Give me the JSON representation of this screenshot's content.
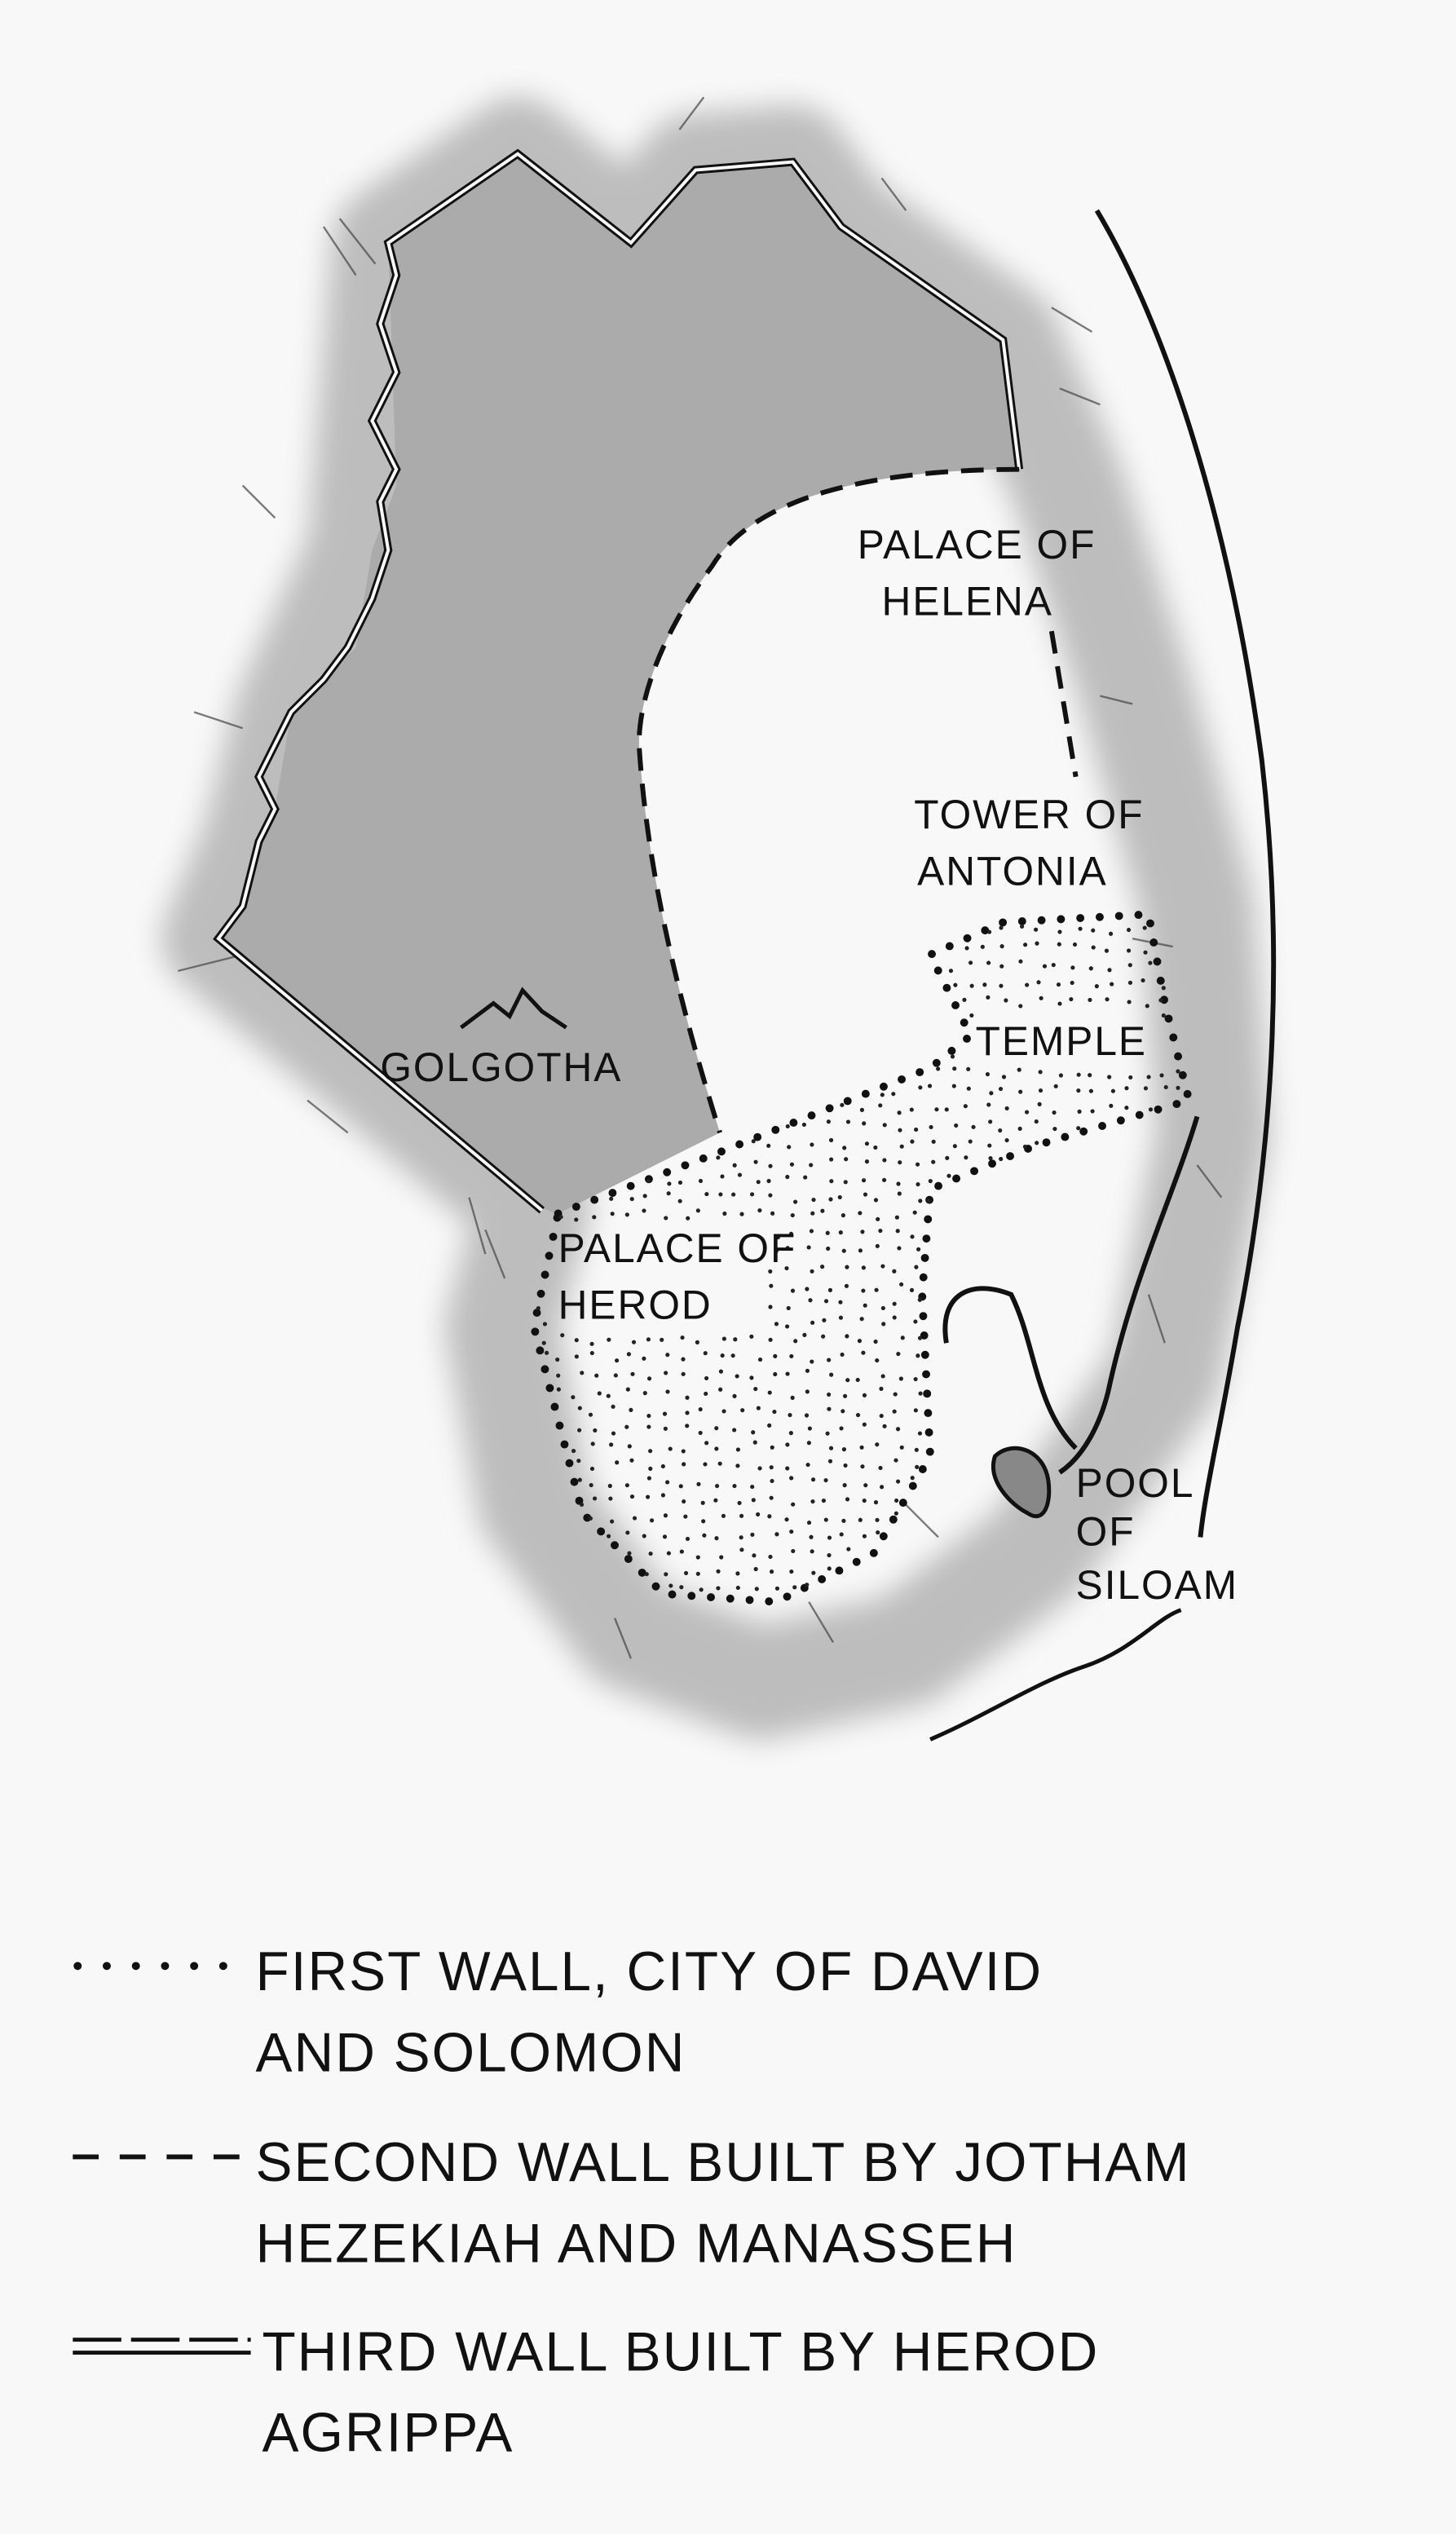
{
  "map": {
    "labels": {
      "palace_helena": [
        "PALACE OF",
        "HELENA"
      ],
      "tower_antonia": [
        "TOWER OF",
        "ANTONIA"
      ],
      "temple": "TEMPLE",
      "golgotha": "GOLGOTHA",
      "palace_herod": [
        "PALACE OF",
        "HEROD"
      ],
      "pool_siloam": [
        "POOL",
        "OF",
        "SILOAM"
      ]
    },
    "colors": {
      "ink": "#111111",
      "shade": "#a9a9a9",
      "fringe": "#b8b8b8",
      "paper": "#f8f8f8"
    }
  },
  "legend": [
    {
      "style": "dotted",
      "lines": [
        "FIRST WALL, CITY OF DAVID",
        "AND SOLOMON"
      ]
    },
    {
      "style": "dashed",
      "lines": [
        "SECOND WALL BUILT BY JOTHAM",
        "HEZEKIAH AND MANASSEH"
      ]
    },
    {
      "style": "double",
      "lines": [
        "THIRD WALL BUILT BY HEROD",
        "AGRIPPA"
      ]
    }
  ]
}
